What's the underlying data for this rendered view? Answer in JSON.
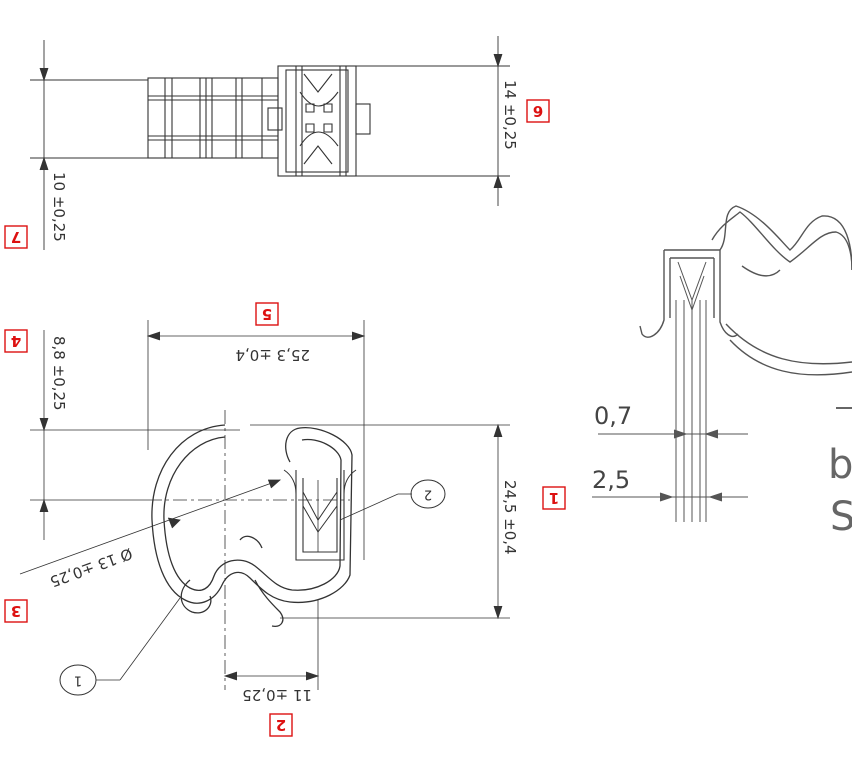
{
  "dimensions": {
    "d14": "14 ±0,25",
    "d10": "10 ±0,25",
    "d88": "8,8 ±0,25",
    "d253": "25,3 ±0,4",
    "d245": "24,5 ±0,4",
    "d13": "Ø 13 ±0,25",
    "d11": "11 ±0,25",
    "d07": "0,7",
    "d25": "2,5"
  },
  "tags": {
    "t1": "1",
    "t2": "2",
    "t3": "3",
    "t4": "4",
    "t5": "5",
    "t6": "6",
    "t7": "7"
  },
  "balloons": {
    "b1": "1",
    "b2": "2"
  },
  "fragments": {
    "f1": "b",
    "f2": "S"
  },
  "colors": {
    "line": "#333333",
    "tag": "#dd1111"
  }
}
